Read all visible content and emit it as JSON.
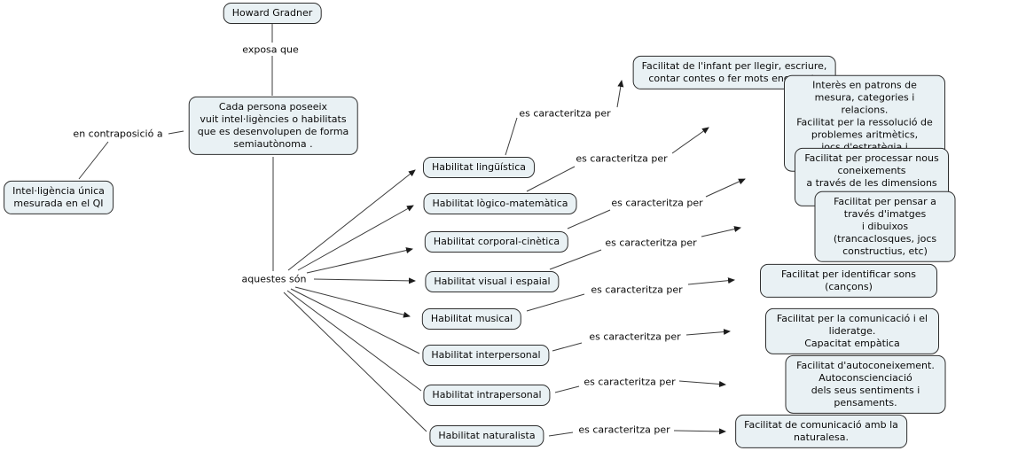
{
  "nodes": {
    "root": "Howard Gradner",
    "claim": "Cada persona poseeix\nvuit intel·ligències o habilitats\nque es desenvolupen de forma\nsemiautònoma .",
    "contrast": "Intel·ligència única\nmesurada en el QI"
  },
  "connectors": {
    "exposa": "exposa que",
    "contraposicio": "en contraposició a",
    "aquestes": "aquestes són",
    "caracteritza": "es caracteritza per"
  },
  "abilities": [
    {
      "label": "Habilitat lingüística",
      "description": "Facilitat de l'infant per llegir, escriure,\ncontar contes o fer mots encreuats"
    },
    {
      "label": "Habilitat lògico-matemàtica",
      "description": "Interès en patrons de mesura, categories i relacions.\nFacilitat per la ressolució de problemes aritmètics,\njocs d'estratègia i experiments."
    },
    {
      "label": "Habilitat corporal-cinètica",
      "description": "Facilitat per processar nous coneixements\na través de les dimensions corporals (ball)"
    },
    {
      "label": "Habilitat visual i espaial",
      "description": "Facilitat per pensar a través d'imatges\ni dibuixos (trancaclosques, jocs constructius, etc)"
    },
    {
      "label": "Habilitat musical",
      "description": "Facilitat per identificar sons (cançons)"
    },
    {
      "label": "Habilitat interpersonal",
      "description": "Facilitat per la comunicació i el lideratge.\nCapacitat empàtica"
    },
    {
      "label": "Habilitat intrapersonal",
      "description": "Facilitat d'autoconeixement. Autoconscienciació\ndels seus sentiments i pensaments."
    },
    {
      "label": "Habilitat naturalista",
      "description": "Facilitat de comunicació amb la\nnaturalesa."
    }
  ],
  "colors": {
    "node_fill": "#e9f1f4",
    "node_border": "#2e2e2e",
    "line": "#3c3c3c",
    "background": "#ffffff"
  }
}
